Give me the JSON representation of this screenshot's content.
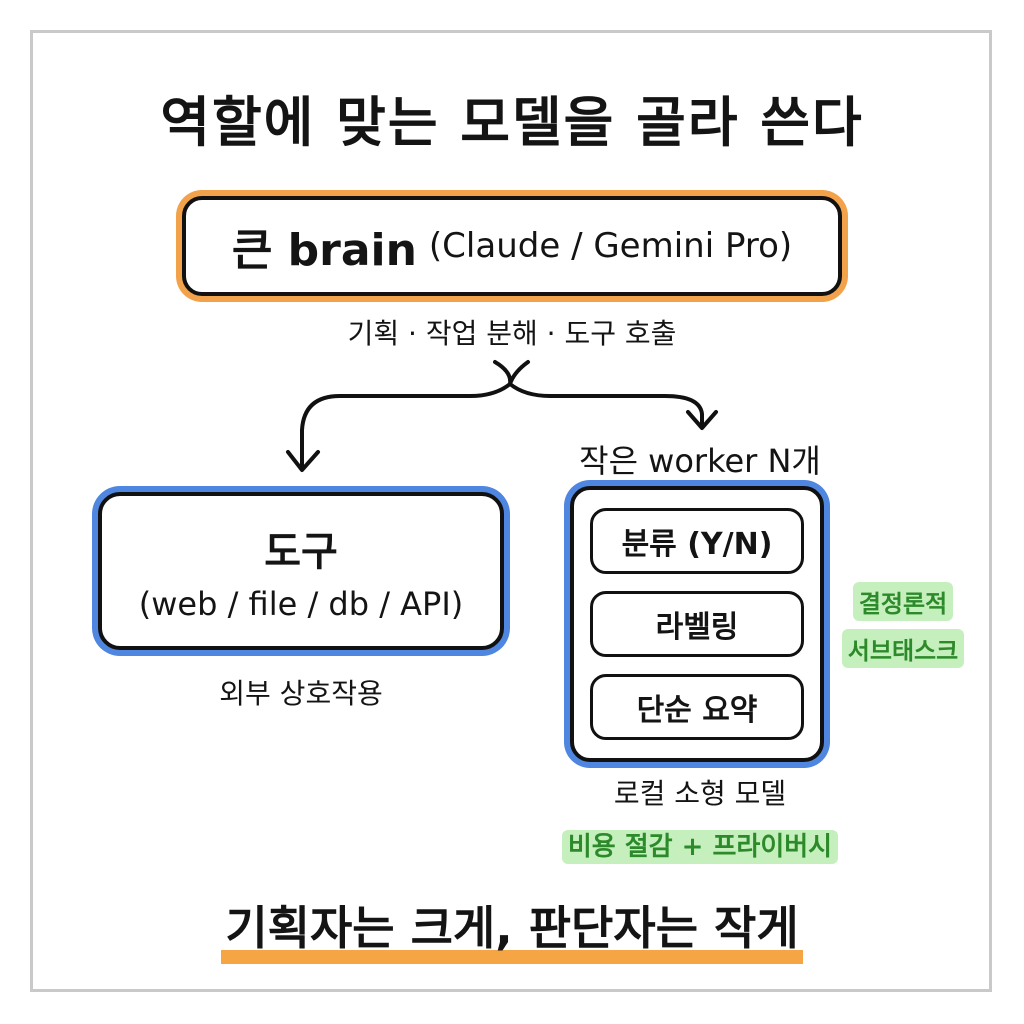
{
  "title": "역할에 맞는 모델을 골라 쓴다",
  "brain": {
    "label": "큰 brain",
    "models": "(Claude / Gemini Pro)",
    "caption": "기획 · 작업 분해 · 도구 호출"
  },
  "tools": {
    "title": "도구",
    "items": "(web / file / db / API)",
    "caption": "외부 상호작용"
  },
  "workers": {
    "heading": "작은 worker N개",
    "subtasks": [
      "분류 (Y/N)",
      "라벨링",
      "단순 요약"
    ],
    "side_note": [
      "결정론적",
      "서브태스크"
    ],
    "caption": "로컬 소형 모델",
    "benefit": "비용 절감 + 프라이버시"
  },
  "bottom_line": "기획자는 크게, 판단자는 작게",
  "colors": {
    "brain_outline": "#f2a24a",
    "box_outline": "#4f86e0",
    "note_highlight": "#c5f0bd",
    "note_text": "#2d8a2a",
    "underline": "#f5a544"
  }
}
